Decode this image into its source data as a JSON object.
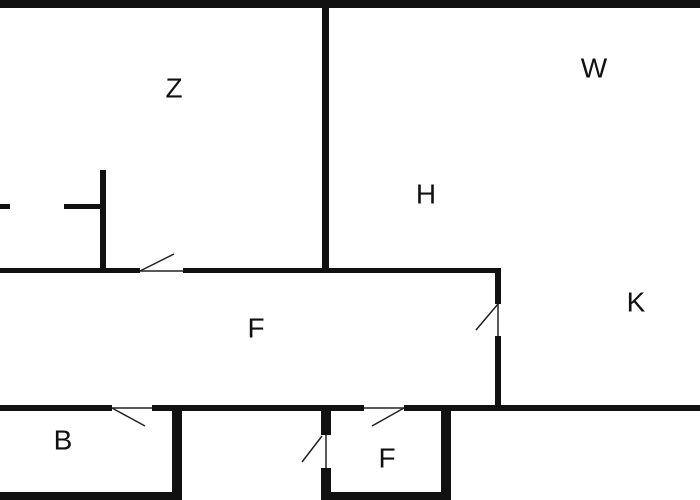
{
  "rooms": [
    {
      "id": "z",
      "label": "Z"
    },
    {
      "id": "w",
      "label": "W"
    },
    {
      "id": "h",
      "label": "H"
    },
    {
      "id": "k",
      "label": "K"
    },
    {
      "id": "f-hall",
      "label": "F"
    },
    {
      "id": "b",
      "label": "B"
    },
    {
      "id": "f-small",
      "label": "F"
    }
  ],
  "colors": {
    "wall": "#111111",
    "background": "#ffffff"
  }
}
